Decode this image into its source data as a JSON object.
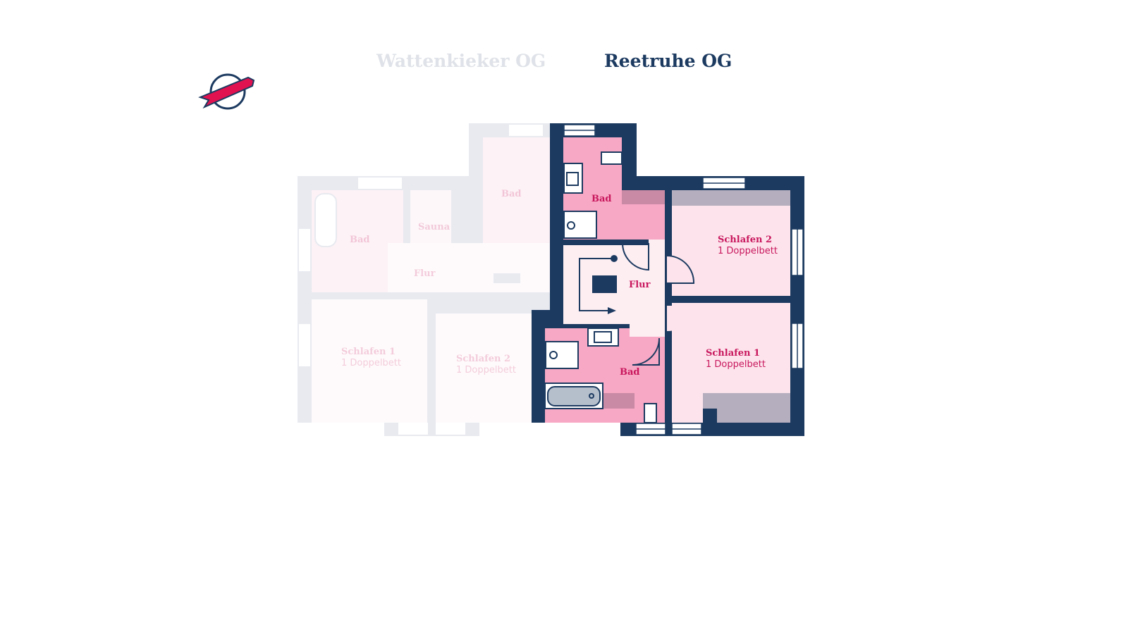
{
  "tabs": [
    {
      "label": "Wattenkieker OG",
      "active": false
    },
    {
      "label": "Reetruhe OG",
      "active": true
    }
  ],
  "colors": {
    "wall": "#1c3a60",
    "accent": "#c8175d",
    "bath": "#f7a8c4",
    "bedroom": "#fde4ec",
    "hall": "#fdeef2",
    "inactive": "#dfe2e8"
  },
  "logo_icon": "ribbon-globe-icon",
  "inactive_plan": {
    "rooms": [
      {
        "name": "Bad"
      },
      {
        "name": "Sauna"
      },
      {
        "name": "Bad"
      },
      {
        "name": "Flur"
      },
      {
        "name": "Schlafen 1",
        "beds": "1 Doppelbett"
      },
      {
        "name": "Schlafen 2",
        "beds": "1 Doppelbett"
      }
    ]
  },
  "active_plan": {
    "rooms": [
      {
        "name": "Bad"
      },
      {
        "name": "Schlafen 2",
        "beds": "1 Doppelbett"
      },
      {
        "name": "Flur"
      },
      {
        "name": "Bad"
      },
      {
        "name": "Schlafen 1",
        "beds": "1 Doppelbett"
      }
    ]
  }
}
